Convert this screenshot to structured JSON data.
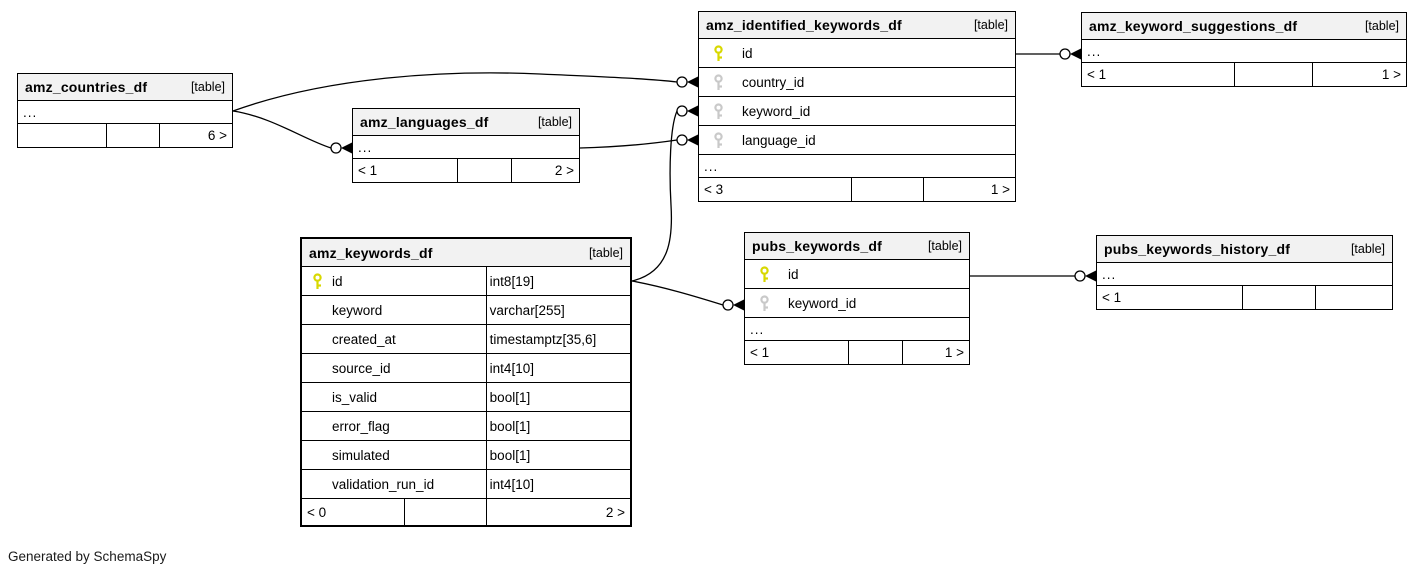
{
  "credit": "Generated by SchemaSpy",
  "colors": {
    "pk_key": "#d8d800",
    "fk_key": "#c9c9c9",
    "header_bg": "#f2f2f2",
    "border": "#000000"
  },
  "diagram": {
    "tables": [
      {
        "name": "amz_countries_df",
        "badge": "[table]",
        "emphasis": false,
        "columns": [],
        "ellipsis": "...",
        "footer": [
          "",
          "",
          "6 >"
        ]
      },
      {
        "name": "amz_languages_df",
        "badge": "[table]",
        "emphasis": false,
        "columns": [],
        "ellipsis": "...",
        "footer": [
          "< 1",
          "",
          "2 >"
        ]
      },
      {
        "name": "amz_identified_keywords_df",
        "badge": "[table]",
        "emphasis": false,
        "columns": [
          {
            "key": "pk",
            "name": "id"
          },
          {
            "key": "fk",
            "name": "country_id"
          },
          {
            "key": "fk",
            "name": "keyword_id"
          },
          {
            "key": "fk",
            "name": "language_id"
          }
        ],
        "ellipsis": "...",
        "footer": [
          "< 3",
          "",
          "1 >"
        ]
      },
      {
        "name": "amz_keyword_suggestions_df",
        "badge": "[table]",
        "emphasis": false,
        "columns": [],
        "ellipsis": "...",
        "footer": [
          "< 1",
          "",
          "1 >"
        ]
      },
      {
        "name": "amz_keywords_df",
        "badge": "[table]",
        "emphasis": true,
        "columns": [
          {
            "key": "pk",
            "name": "id",
            "type": "int8[19]"
          },
          {
            "key": "none",
            "name": "keyword",
            "type": "varchar[255]"
          },
          {
            "key": "none",
            "name": "created_at",
            "type": "timestamptz[35,6]"
          },
          {
            "key": "none",
            "name": "source_id",
            "type": "int4[10]"
          },
          {
            "key": "none",
            "name": "is_valid",
            "type": "bool[1]"
          },
          {
            "key": "none",
            "name": "error_flag",
            "type": "bool[1]"
          },
          {
            "key": "none",
            "name": "simulated",
            "type": "bool[1]"
          },
          {
            "key": "none",
            "name": "validation_run_id",
            "type": "int4[10]"
          }
        ],
        "ellipsis": null,
        "footer": [
          "< 0",
          "",
          "2 >"
        ]
      },
      {
        "name": "pubs_keywords_df",
        "badge": "[table]",
        "emphasis": false,
        "columns": [
          {
            "key": "pk",
            "name": "id"
          },
          {
            "key": "fk",
            "name": "keyword_id"
          }
        ],
        "ellipsis": "...",
        "footer": [
          "< 1",
          "",
          "1 >"
        ]
      },
      {
        "name": "pubs_keywords_history_df",
        "badge": "[table]",
        "emphasis": false,
        "columns": [],
        "ellipsis": "...",
        "footer": [
          "< 1",
          "",
          ""
        ]
      }
    ],
    "relationships": [
      {
        "from": "amz_countries_df",
        "to": "amz_identified_keywords_df.country_id"
      },
      {
        "from": "amz_countries_df",
        "to": "amz_languages_df"
      },
      {
        "from": "amz_languages_df",
        "to": "amz_identified_keywords_df.language_id"
      },
      {
        "from": "amz_keywords_df.id",
        "to": "amz_identified_keywords_df.keyword_id"
      },
      {
        "from": "amz_keywords_df.id",
        "to": "pubs_keywords_df.keyword_id"
      },
      {
        "from": "amz_identified_keywords_df.id",
        "to": "amz_keyword_suggestions_df"
      },
      {
        "from": "pubs_keywords_df.id",
        "to": "pubs_keywords_history_df"
      }
    ]
  }
}
